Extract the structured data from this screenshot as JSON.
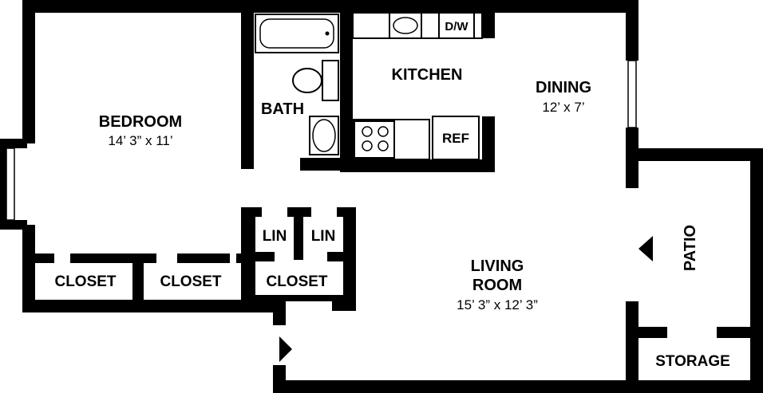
{
  "rooms": {
    "bedroom": {
      "name": "BEDROOM",
      "size": "14’ 3” x 11’"
    },
    "bath": {
      "name": "BATH"
    },
    "kitchen": {
      "name": "KITCHEN"
    },
    "dining": {
      "name": "DINING",
      "size": "12’ x 7’"
    },
    "living_line1": "LIVING",
    "living_line2": "ROOM",
    "living_size": "15’ 3” x 12’ 3”",
    "patio": "PATIO",
    "storage": "STORAGE",
    "closet1": "CLOSET",
    "closet2": "CLOSET",
    "closet3": "CLOSET",
    "lin1": "LIN",
    "lin2": "LIN"
  },
  "appliances": {
    "dishwasher": "D/W",
    "refrigerator": "REF"
  },
  "colors": {
    "wall": "#000000",
    "background": "#ffffff"
  }
}
